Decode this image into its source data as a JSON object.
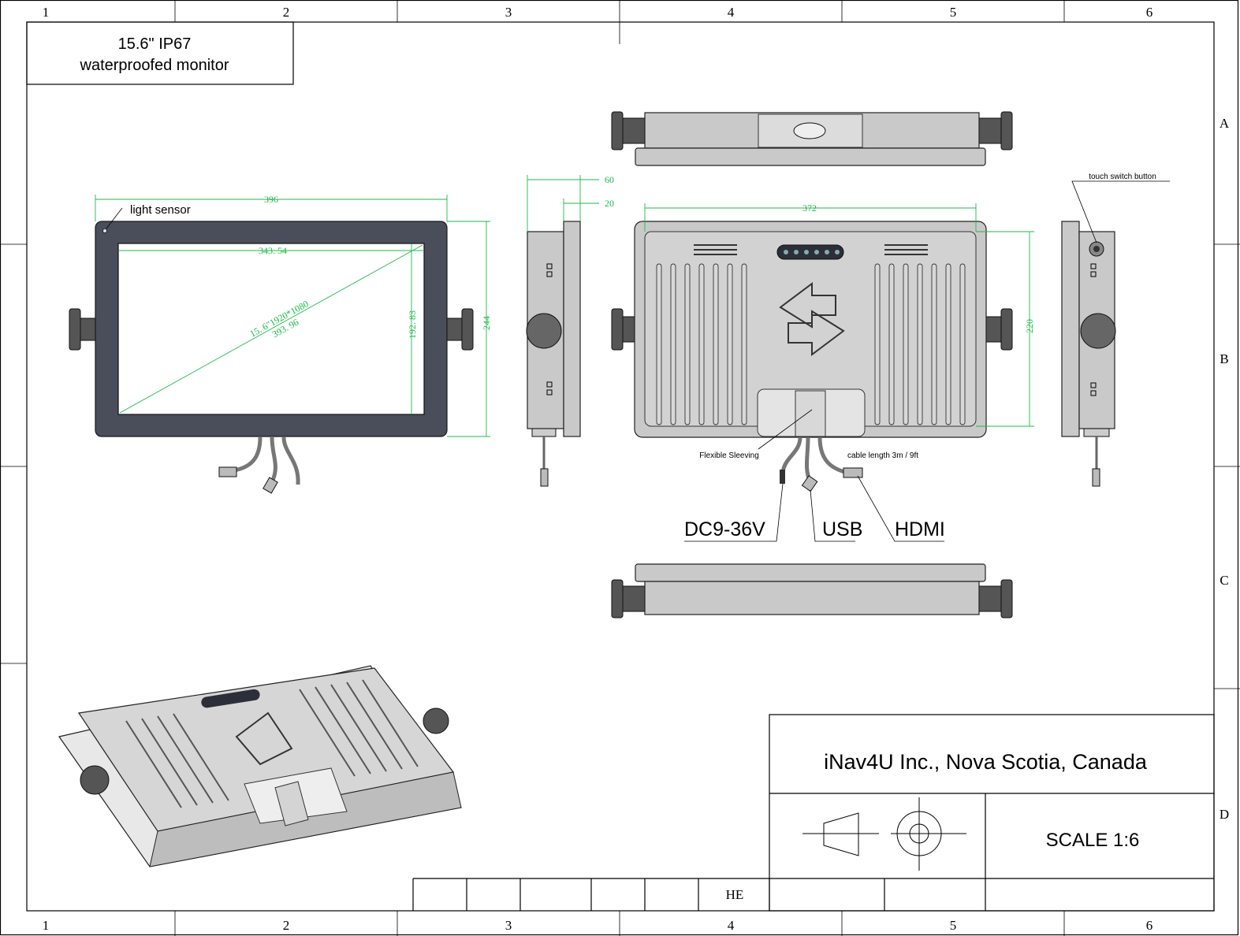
{
  "grid": {
    "columns": [
      "1",
      "2",
      "3",
      "4",
      "5",
      "6"
    ],
    "rows": [
      "A",
      "B",
      "C",
      "D"
    ]
  },
  "title_block": {
    "line1": "15.6\" IP67",
    "line2": "waterproofed monitor"
  },
  "company": "iNav4U Inc., Nova Scotia, Canada",
  "scale": "SCALE  1:6",
  "revision_cell": "HE",
  "front_view": {
    "light_sensor_label": "light sensor",
    "width_dim": "396",
    "screen_width_dim": "343. 54",
    "screen_height_dim": "192. 83",
    "height_dim": "244",
    "diag_line1": "15. 6\"1920*1080",
    "diag_line2": "393. 96"
  },
  "side_view": {
    "depth_dim": "60",
    "bezel_dim": "20"
  },
  "rear_view": {
    "width_dim": "372",
    "height_dim": "220",
    "sleeving_label": "Flexible Sleeving",
    "cable_length_label": "cable length 3m / 9ft",
    "dc_label": "DC9-36V",
    "usb_label": "USB",
    "hdmi_label": "HDMI"
  },
  "right_view": {
    "touch_switch_label": "touch switch button"
  },
  "colors": {
    "dimension": "#1fb84a",
    "bezel": "#4a4d5a",
    "housing": "#c9c9c9"
  }
}
